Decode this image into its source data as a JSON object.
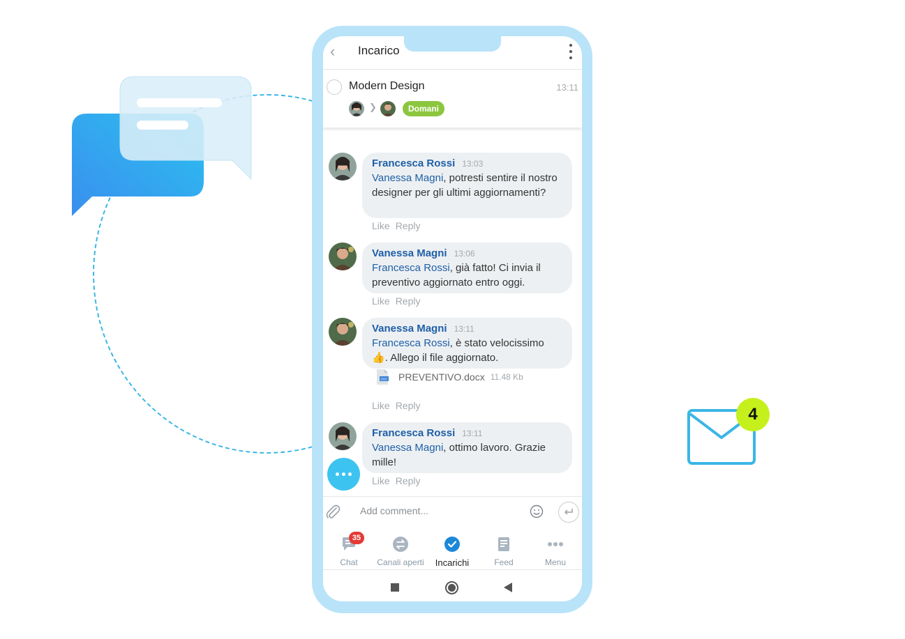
{
  "header": {
    "title": "Incarico"
  },
  "task": {
    "title": "Modern Design",
    "time": "13:11",
    "tag": "Domani",
    "tag_color": "#8cc63f",
    "hidden_text": "..."
  },
  "messages": [
    {
      "author": "Francesca Rossi",
      "time": "13:03",
      "mention": "Vanessa Magni",
      "text": ", potresti sentire il nostro designer per gli ultimi aggiornamenti?",
      "like": "Like",
      "reply": "Reply"
    },
    {
      "author": "Vanessa Magni",
      "time": "13:06",
      "mention": "Francesca Rossi",
      "text": ", già fatto! Ci invia il preventivo aggiornato entro oggi.",
      "like": "Like",
      "reply": "Reply"
    },
    {
      "author": "Vanessa Magni",
      "time": "13:11",
      "mention": "Francesca Rossi",
      "text": ", è stato velocissimo",
      "emoji": "👍",
      "text2": ". Allego il file aggiornato.",
      "like": "Like",
      "reply": "Reply",
      "attachment": {
        "name": "PREVENTIVO.docx",
        "size": "11.48 Kb",
        "icon": "doc-file-icon"
      }
    },
    {
      "author": "Francesca Rossi",
      "time": "13:11",
      "mention": "Vanessa Magni",
      "text": ", ottimo lavoro. Grazie mille!",
      "like": "Like",
      "reply": "Reply"
    }
  ],
  "composer": {
    "placeholder": "Add comment..."
  },
  "tabs": [
    {
      "label": "Chat",
      "icon": "chat-icon",
      "badge": "35"
    },
    {
      "label": "Canali aperti",
      "icon": "channels-icon"
    },
    {
      "label": "Incarichi",
      "icon": "check-circle-icon",
      "active": true
    },
    {
      "label": "Feed",
      "icon": "feed-icon"
    },
    {
      "label": "Menu",
      "icon": "more-dots-icon"
    }
  ],
  "envelope": {
    "count": "4",
    "badge_color": "#c6f01c",
    "icon_color": "#3bb6e6"
  },
  "colors": {
    "accent": "#1e5fa8",
    "phone_frame": "#b9e3f9",
    "fab": "#3dc3f0",
    "badge": "#e53935"
  }
}
